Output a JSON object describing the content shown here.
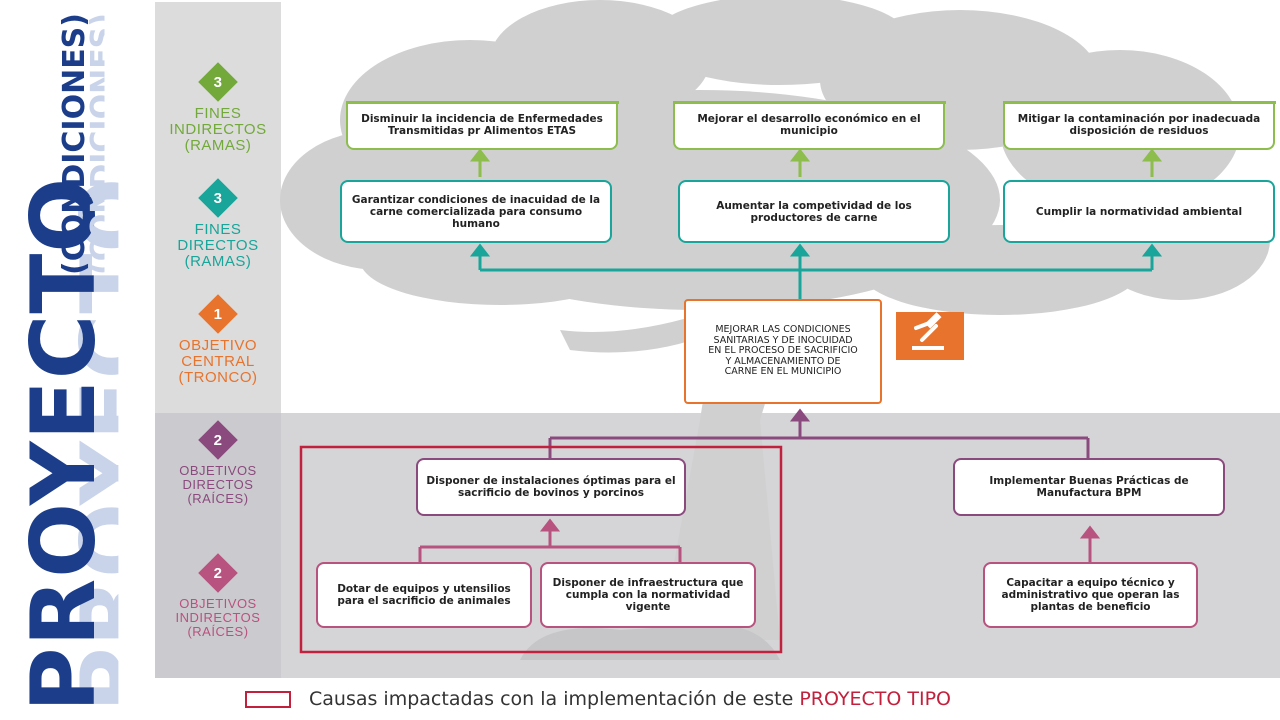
{
  "side_title": {
    "main": "PROYECTO",
    "sub": "(CONDICIONES)"
  },
  "levels": [
    {
      "num": "3",
      "label": "FINES INDIRECTOS (RAMAS)",
      "color": "#72a93a"
    },
    {
      "num": "3",
      "label": "FINES DIRECTOS (RAMAS)",
      "color": "#19a59a"
    },
    {
      "num": "1",
      "label": "OBJETIVO CENTRAL (TRONCO)",
      "color": "#e8732c"
    },
    {
      "num": "2",
      "label": "OBJETIVOS DIRECTOS (RAÍCES)",
      "color": "#8a4a7d"
    },
    {
      "num": "2",
      "label": "OBJETIVOS INDIRECTOS (RAÍCES)",
      "color": "#b8527e"
    }
  ],
  "fines_indirectos": [
    "Disminuir la incidencia de Enfermedades Transmitidas pr Alimentos ETAS",
    "Mejorar el desarrollo económico en el municipio",
    "Mitigar la contaminación por inadecuada disposición de residuos"
  ],
  "fines_directos": [
    "Garantizar condiciones de inacuidad de la carne comercializada para consumo humano",
    "Aumentar la competividad de los productores de carne",
    "Cumplir la normatividad ambiental"
  ],
  "objetivo_central": "MEJORAR LAS CONDICIONES SANITARIAS Y DE INOCUIDAD EN EL PROCESO DE SACRIFICIO Y ALMACENAMIENTO DE CARNE EN EL MUNICIPIO",
  "objetivos_directos": [
    "Disponer de instalaciones óptimas para el sacrificio de bovinos y porcinos",
    "Implementar Buenas Prácticas de Manufactura BPM"
  ],
  "objetivos_indirectos": [
    "Dotar de equipos y utensilios para el sacrificio de animales",
    "Disponer de infraestructura que cumpla con la normatividad vigente",
    "Capacitar a equipo técnico y administrativo que operan las plantas de beneficio"
  ],
  "legend": {
    "text": "Causas impactadas con la implementación de este",
    "highlight": "PROYECTO TIPO"
  },
  "icon": "gavel-icon",
  "colors": {
    "green": "#8cbd4d",
    "teal": "#19a59a",
    "orange": "#e8732c",
    "purple": "#8a4a7d",
    "pink": "#b8527e",
    "red": "#c2213d",
    "title_blue": "#1c3e8a"
  }
}
